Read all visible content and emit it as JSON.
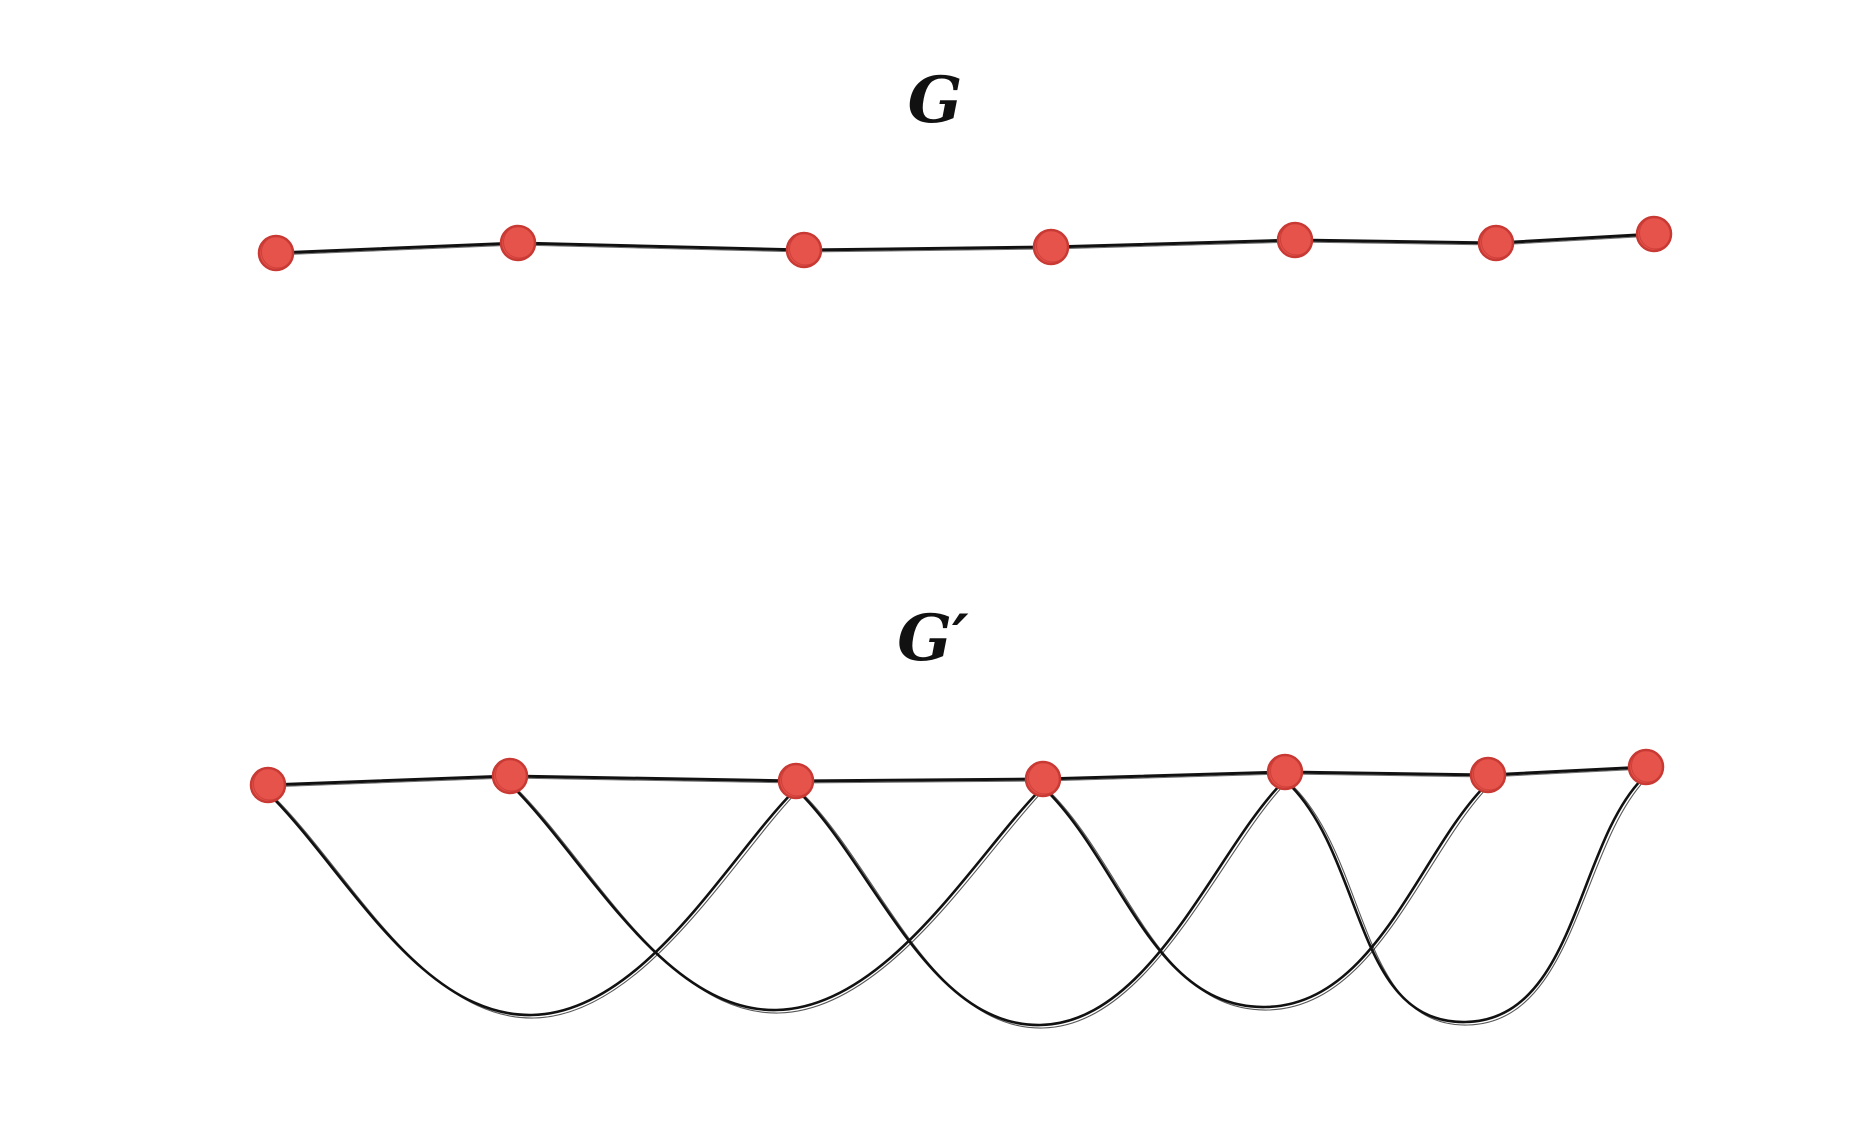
{
  "graphs": [
    {
      "id": "G",
      "label": "G",
      "node_count": 7,
      "path_edges": [
        [
          0,
          1
        ],
        [
          1,
          2
        ],
        [
          2,
          3
        ],
        [
          3,
          4
        ],
        [
          4,
          5
        ],
        [
          5,
          6
        ]
      ],
      "skip_edges": []
    },
    {
      "id": "G_prime",
      "label": "G′",
      "node_count": 7,
      "path_edges": [
        [
          0,
          1
        ],
        [
          1,
          2
        ],
        [
          2,
          3
        ],
        [
          3,
          4
        ],
        [
          4,
          5
        ],
        [
          5,
          6
        ]
      ],
      "skip_edges": [
        [
          0,
          2
        ],
        [
          1,
          3
        ],
        [
          2,
          4
        ],
        [
          3,
          5
        ],
        [
          4,
          6
        ]
      ]
    }
  ],
  "colors": {
    "node_fill": "#e5534b",
    "node_stroke": "#c93a34",
    "edge": "#111111",
    "background": "#ffffff"
  }
}
